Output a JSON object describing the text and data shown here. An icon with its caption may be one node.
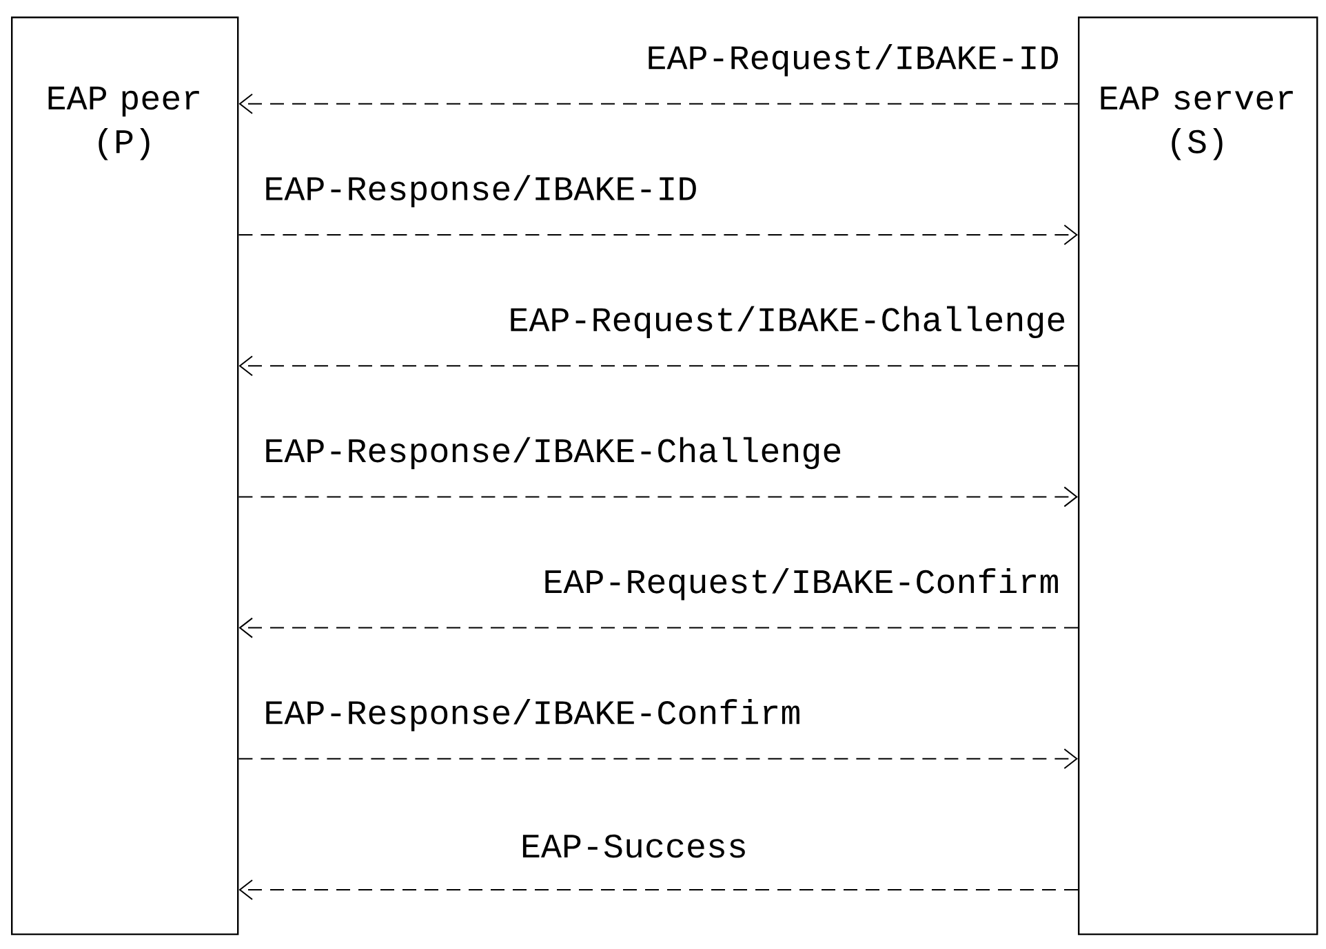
{
  "diagram": {
    "nodes": [
      {
        "text": [
          "EAP peer (P)"
        ]
      },
      {
        "text": [
          "EAP server (S)"
        ]
      }
    ],
    "edges": [
      {
        "from": 1,
        "to": 0,
        "arrow": "to",
        "style": "dashed",
        "label": "EAP-Request/IBAKE-ID"
      },
      {
        "from": 0,
        "to": 1,
        "arrow": "to",
        "style": "dashed",
        "label": "EAP-Response/IBAKE-ID"
      },
      {
        "from": 1,
        "to": 0,
        "arrow": "to",
        "style": "dashed",
        "label": "EAP-Request/IBAKE-Challenge"
      },
      {
        "from": 0,
        "to": 1,
        "arrow": "to",
        "style": "dashed",
        "label": "EAP-Response/IBAKE-Challenge"
      },
      {
        "from": 1,
        "to": 0,
        "arrow": "to",
        "style": "dashed",
        "label": "EAP-Request/IBAKE-Confirm"
      },
      {
        "from": 0,
        "to": 1,
        "arrow": "to",
        "style": "dashed",
        "label": "EAP-Response/IBAKE-Confirm"
      },
      {
        "from": 1,
        "to": 0,
        "arrow": "to",
        "style": "dashed",
        "label": "EAP-Success"
      }
    ]
  }
}
